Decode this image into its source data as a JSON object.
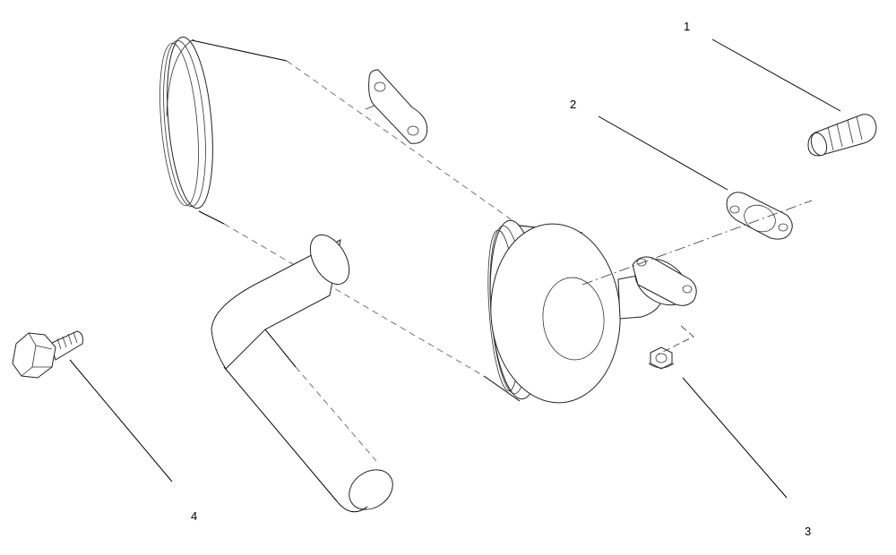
{
  "callouts": [
    {
      "id": "1",
      "label": "1",
      "part": "stud"
    },
    {
      "id": "2",
      "label": "2",
      "part": "gasket"
    },
    {
      "id": "3",
      "label": "3",
      "part": "flange-nut"
    },
    {
      "id": "4",
      "label": "4",
      "part": "flange-bolt"
    }
  ],
  "colors": {
    "line": "#000000",
    "background": "#ffffff"
  }
}
